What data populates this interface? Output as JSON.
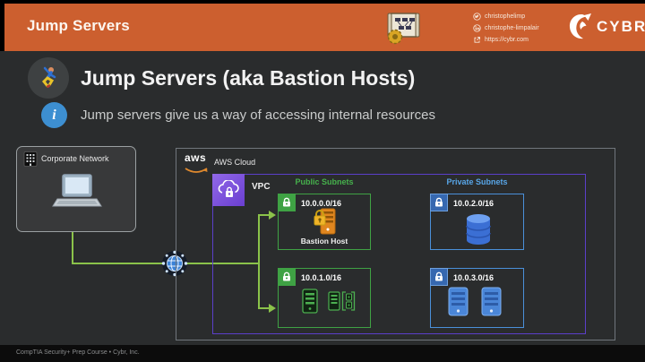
{
  "header": {
    "title": "Jump Servers",
    "socials": [
      {
        "icon": "twitter-icon",
        "text": "christophelimp"
      },
      {
        "icon": "linkedin-icon",
        "text": "christophe-limpalair"
      },
      {
        "icon": "link-icon",
        "text": "https://cybr.com"
      }
    ],
    "brand": "CYBR"
  },
  "slide": {
    "title": "Jump Servers (aka Bastion Hosts)",
    "info_icon_glyph": "i",
    "info": "Jump servers give us a way of accessing internal resources"
  },
  "diagram": {
    "corporate_network": {
      "label": "Corporate Network"
    },
    "aws_cloud": {
      "logo": "aws",
      "label": "AWS Cloud"
    },
    "vpc": {
      "label": "VPC"
    },
    "public_subnets": {
      "label": "Public Subnets",
      "items": [
        {
          "cidr": "10.0.0.0/16",
          "caption": "Bastion Host"
        },
        {
          "cidr": "10.0.1.0/16"
        }
      ]
    },
    "private_subnets": {
      "label": "Private Subnets",
      "items": [
        {
          "cidr": "10.0.2.0/16"
        },
        {
          "cidr": "10.0.3.0/16"
        }
      ]
    }
  },
  "footer": {
    "text": "CompTIA Security+ Prep Course • Cybr, Inc."
  },
  "colors": {
    "header_orange": "#cc5f2f",
    "background": "#2a2c2d",
    "line_green": "#8bc34a",
    "subnet_green": "#3fa244",
    "subnet_blue": "#4a90d9",
    "vpc_purple": "#5b3fc9",
    "info_blue": "#3d8fd1",
    "bastion_orange": "#e0861f"
  }
}
